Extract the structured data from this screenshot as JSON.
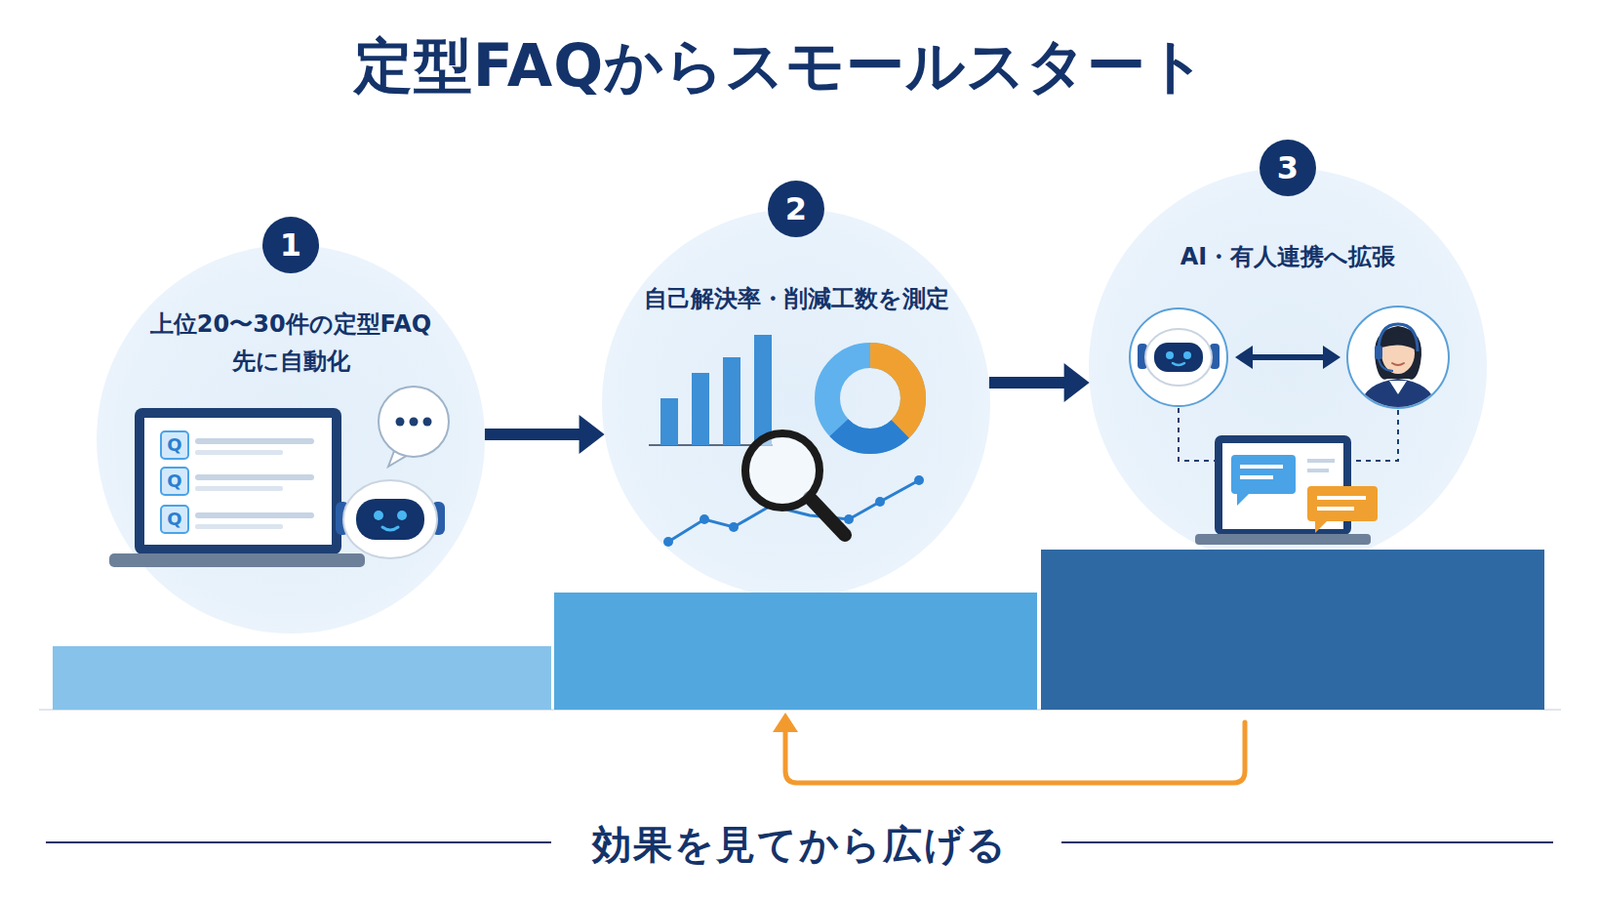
{
  "diagram": {
    "title": "定型FAQからスモールスタート",
    "caption": "効果を見てから広げる",
    "nodes": [
      {
        "text": [
          "上位20〜30件の定型FAQ 先に自動化"
        ]
      },
      {
        "text": [
          "1"
        ],
        "in": 0
      },
      {
        "text": [
          "自己解決率・削減工数を測定"
        ]
      },
      {
        "text": [
          "2"
        ],
        "in": 2
      },
      {
        "text": [
          "AI・有人連携へ拡張"
        ]
      },
      {
        "text": [
          "3"
        ],
        "in": 4
      }
    ],
    "edges": [
      {
        "from": 0,
        "to": 2,
        "arrow": "to"
      },
      {
        "from": 2,
        "to": 4,
        "arrow": "to"
      }
    ],
    "labels": [
      "Q",
      "Q",
      "Q"
    ]
  }
}
